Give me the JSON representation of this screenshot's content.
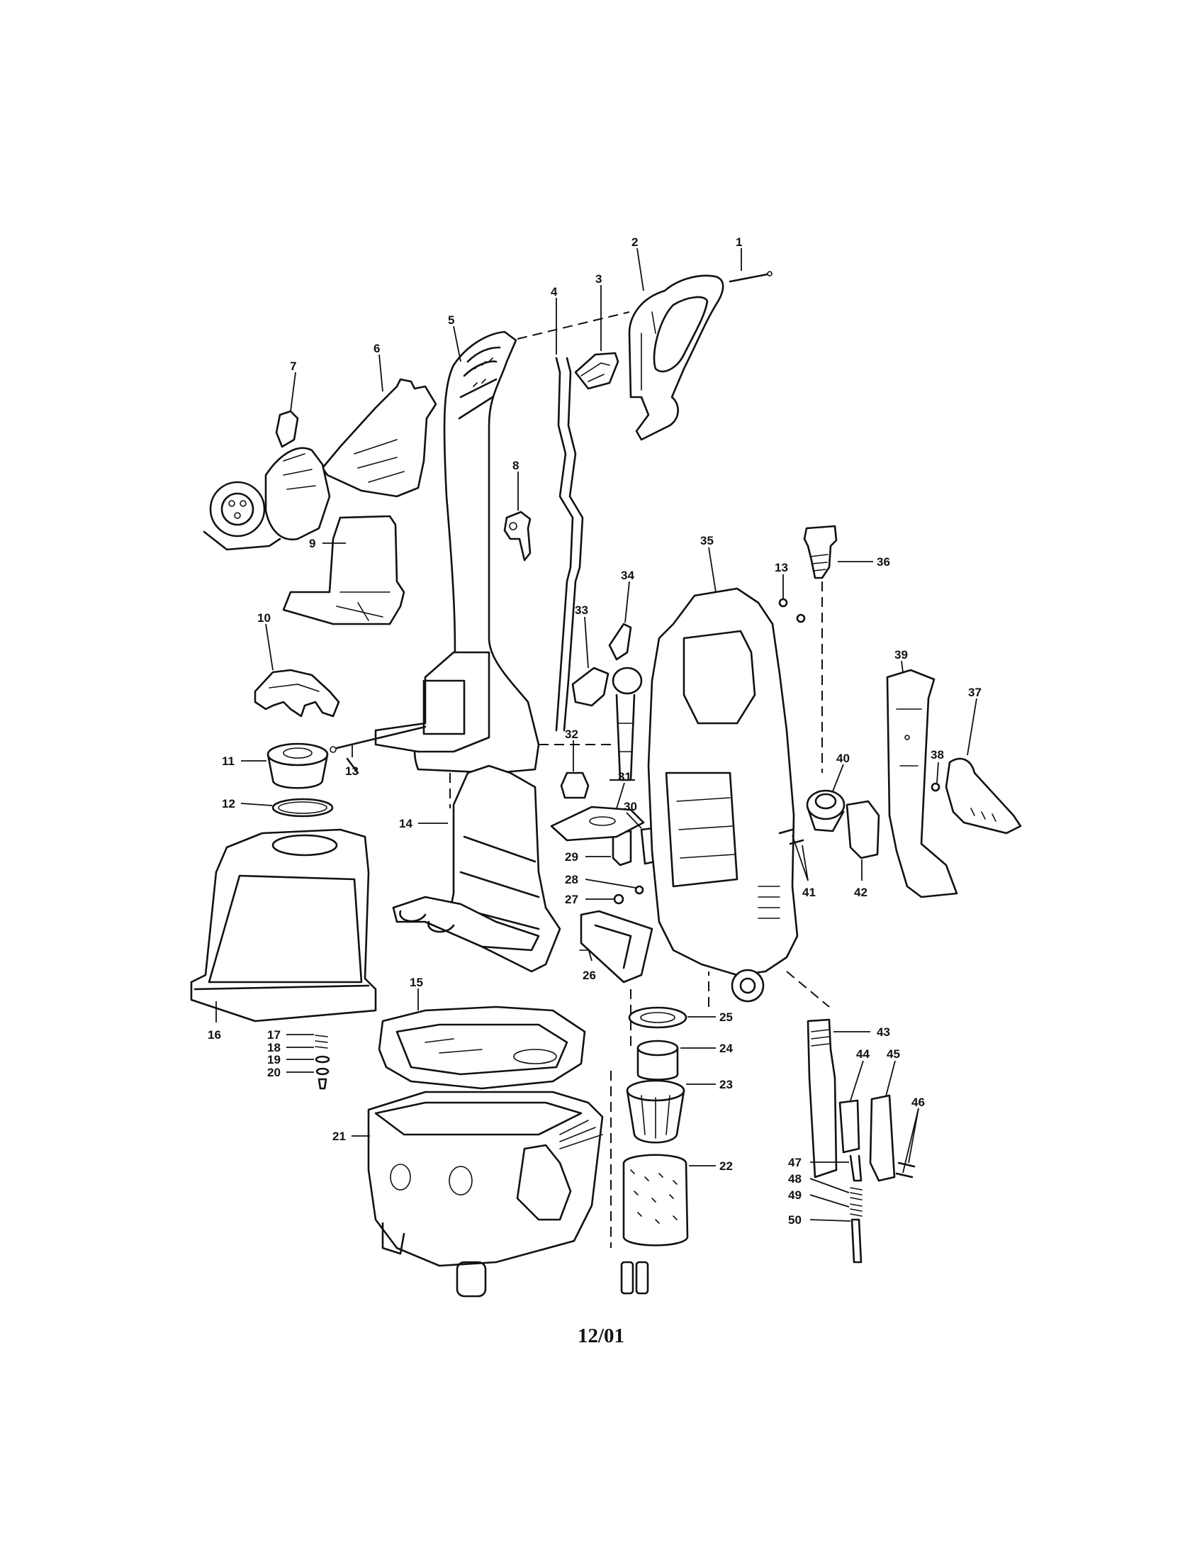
{
  "diagram": {
    "callouts": [
      {
        "id": "1",
        "text": "1"
      },
      {
        "id": "2",
        "text": "2"
      },
      {
        "id": "3",
        "text": "3"
      },
      {
        "id": "4",
        "text": "4"
      },
      {
        "id": "5",
        "text": "5"
      },
      {
        "id": "6",
        "text": "6"
      },
      {
        "id": "7",
        "text": "7"
      },
      {
        "id": "8",
        "text": "8"
      },
      {
        "id": "9",
        "text": "9"
      },
      {
        "id": "10",
        "text": "10"
      },
      {
        "id": "11",
        "text": "11"
      },
      {
        "id": "12",
        "text": "12"
      },
      {
        "id": "13a",
        "text": "13"
      },
      {
        "id": "13b",
        "text": "13"
      },
      {
        "id": "14",
        "text": "14"
      },
      {
        "id": "15",
        "text": "15"
      },
      {
        "id": "16",
        "text": "16"
      },
      {
        "id": "17",
        "text": "17"
      },
      {
        "id": "18",
        "text": "18"
      },
      {
        "id": "19",
        "text": "19"
      },
      {
        "id": "20",
        "text": "20"
      },
      {
        "id": "21",
        "text": "21"
      },
      {
        "id": "22",
        "text": "22"
      },
      {
        "id": "23",
        "text": "23"
      },
      {
        "id": "24",
        "text": "24"
      },
      {
        "id": "25",
        "text": "25"
      },
      {
        "id": "26",
        "text": "26"
      },
      {
        "id": "27",
        "text": "27"
      },
      {
        "id": "28",
        "text": "28"
      },
      {
        "id": "29",
        "text": "29"
      },
      {
        "id": "30",
        "text": "30"
      },
      {
        "id": "31",
        "text": "31"
      },
      {
        "id": "32",
        "text": "32"
      },
      {
        "id": "33",
        "text": "33"
      },
      {
        "id": "34",
        "text": "34"
      },
      {
        "id": "35",
        "text": "35"
      },
      {
        "id": "36",
        "text": "36"
      },
      {
        "id": "37",
        "text": "37"
      },
      {
        "id": "38",
        "text": "38"
      },
      {
        "id": "39",
        "text": "39"
      },
      {
        "id": "40",
        "text": "40"
      },
      {
        "id": "41",
        "text": "41"
      },
      {
        "id": "42",
        "text": "42"
      },
      {
        "id": "43",
        "text": "43"
      },
      {
        "id": "44",
        "text": "44"
      },
      {
        "id": "45",
        "text": "45"
      },
      {
        "id": "46",
        "text": "46"
      },
      {
        "id": "47",
        "text": "47"
      },
      {
        "id": "48",
        "text": "48"
      },
      {
        "id": "49",
        "text": "49"
      },
      {
        "id": "50",
        "text": "50"
      }
    ]
  },
  "footer": {
    "date_code": "12/01"
  }
}
